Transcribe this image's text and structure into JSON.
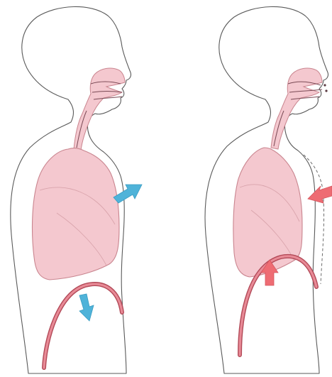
{
  "figure": {
    "panels": [
      {
        "id": "inhalation",
        "arrow_color": "#4fb3d9",
        "arrows": [
          "chest-expand-outward",
          "diaphragm-move-down"
        ]
      },
      {
        "id": "exhalation",
        "arrow_color": "#ee6c73",
        "arrows": [
          "chest-contract-inward",
          "diaphragm-move-up"
        ]
      }
    ],
    "colors": {
      "lung": "#f4c8cf",
      "diaphragm": "#e88a96",
      "outline": "#5a5a5a"
    }
  }
}
